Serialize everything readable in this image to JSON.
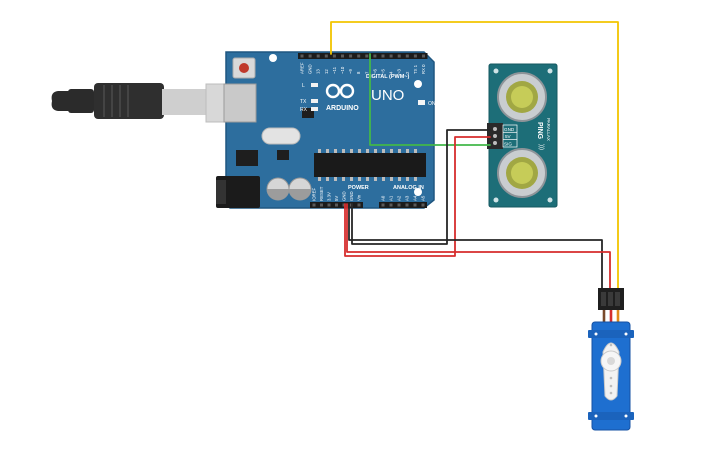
{
  "arduino": {
    "logo_text": "ARDUINO",
    "model": "UNO",
    "digital_label": "DIGITAL (PWM~)",
    "power_label": "POWER",
    "analog_label": "ANALOG IN",
    "on_label": "ON",
    "led_l": "L",
    "led_tx": "TX",
    "led_rx": "RX",
    "top_pins": [
      "AREF",
      "GND",
      "13",
      "12",
      "~11",
      "~10",
      "~9",
      "8",
      "7",
      "~6",
      "~5",
      "4",
      "~3",
      "2",
      "TX 1",
      "RX 0"
    ],
    "power_pins": [
      "IOREF",
      "RESET",
      "3.3V",
      "5V",
      "GND",
      "GND",
      "Vin"
    ],
    "analog_pins": [
      "A0",
      "A1",
      "A2",
      "A3",
      "A4",
      "A5"
    ]
  },
  "sensor": {
    "name": "PING",
    "brand": "PARALLAX",
    "pin_labels": [
      "GND",
      "5V",
      "SIG"
    ]
  },
  "colors": {
    "board": "#2d6e9e",
    "board_edge": "#1f5680",
    "sensor_board": "#1d6e78",
    "servo_body": "#1e6fd0",
    "wire_signal_yellow": "#f2c500",
    "wire_signal_green": "#42b84a",
    "wire_power_red": "#d62d2d",
    "wire_ground_black": "#262626",
    "usb_cable": "#2b2b2b",
    "usb_plug_metal": "#d8d8d8"
  }
}
